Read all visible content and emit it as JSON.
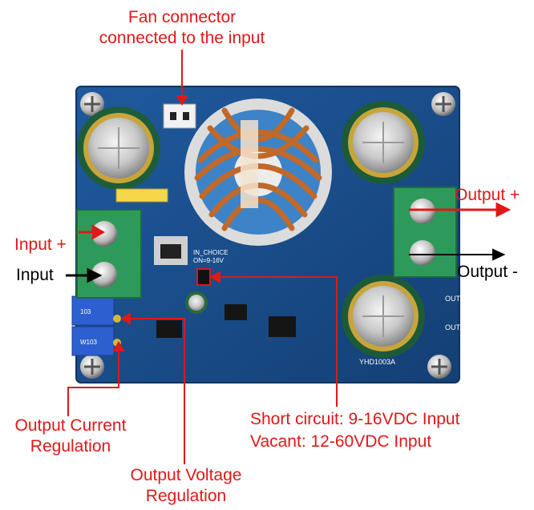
{
  "colors": {
    "annotation_red": "#e01818",
    "annotation_black": "#000000",
    "pcb_blue": "#1b4f8f",
    "terminal_green": "#2e9a5a",
    "copper": "#c0692a",
    "toroid_blue": "#3d83c8"
  },
  "annotations": {
    "fan_connector_line1": "Fan connector",
    "fan_connector_line2": "connected to the input",
    "output_plus": "Output +",
    "output_minus": "Output -",
    "input_plus": "Input +",
    "input_minus": "Input",
    "output_current_line1": "Output Current",
    "output_current_line2": "Regulation",
    "output_voltage_line1": "Output Voltage",
    "output_voltage_line2": "Regulation",
    "short_circuit": "Short circuit: 9-16VDC Input",
    "vacant": "Vacant: 12-60VDC Input"
  },
  "board_text": {
    "in_choice": "IN_CHOICE",
    "on_range": "ON=9-16V",
    "model": "YHD1003A",
    "pot_1": "103",
    "pot_2": "W103",
    "out_plus": "OUT+",
    "out_minus": "OUT-"
  }
}
